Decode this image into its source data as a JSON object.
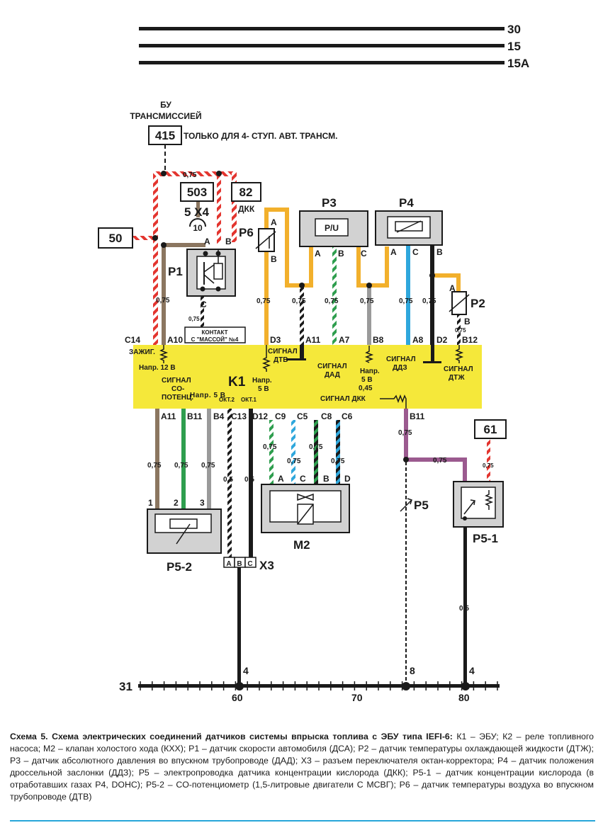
{
  "buses": [
    "30",
    "15",
    "15А"
  ],
  "blocks": {
    "bu": {
      "title_line1": "БУ",
      "title_line2": "ТРАНСМИССИЕЙ",
      "num": "415",
      "note": "ТОЛЬКО ДЛЯ 4- СТУП. АВТ. ТРАНСМ."
    },
    "b503": "503",
    "b82": "82",
    "dkk": "ДКК",
    "b50": "50",
    "b61": "61",
    "x4": "5 X4",
    "x4_pin": "10",
    "p1": "P1",
    "p2": "P2",
    "p3": "P3",
    "p4": "P4",
    "p5": "P5",
    "p51": "P5-1",
    "p52": "P5-2",
    "p6": "P6",
    "m2": "M2",
    "x3": "X3",
    "k1": "K1",
    "pu": "P/U",
    "contact_l1": "КОНТАКТ",
    "contact_l2": "С \"МАССОЙ\" №4"
  },
  "letters": {
    "A": "A",
    "B": "B",
    "C": "C",
    "D": "D"
  },
  "pins_k1": {
    "c14": "C14",
    "a10": "A10",
    "d3": "D3",
    "a11_top": "A11",
    "a7": "A7",
    "b8": "B8",
    "a8": "A8",
    "d2": "D2",
    "b12": "B12",
    "a11_bot": "A11",
    "b11": "B11",
    "b4": "B4",
    "c13": "C13",
    "d12": "D12",
    "c9": "C9",
    "c5": "C5",
    "c8": "C8",
    "c6": "C6",
    "b11_r": "B11"
  },
  "k1_labels": {
    "zazhig": "ЗАЖИГ.",
    "napr12": "Напр. 12 В",
    "sig_dtv_1": "СИГНАЛ",
    "sig_dtv_2": "ДТВ",
    "sig_dad_1": "СИГНАЛ",
    "sig_dad_2": "ДАД",
    "sig_ddz_1": "СИГНАЛ",
    "sig_ddz_2": "ДДЗ",
    "sig_dtzh_1": "СИГНАЛ",
    "sig_dtzh_2": "ДТЖ",
    "napr5_b8_1": "Напр.",
    "napr5_b8_2": "5 В",
    "napr5_b8_3": "0,45",
    "napr5_d3_1": "Напр.",
    "napr5_d3_2": "5 В",
    "sig_co_1": "СИГНАЛ",
    "sig_co_2": "CO-",
    "sig_co_3": "ПОТЕНЦ.",
    "napr5_b4": "Напр. 5 В",
    "okt2": "ОКТ.2",
    "okt1": "ОКТ.1",
    "sig_dkk": "СИГНАЛ ДКК"
  },
  "wire_sizes": {
    "w075": "0,75",
    "w05": "0,5"
  },
  "pin_nums": {
    "n1": "1",
    "n2": "2",
    "n3": "3"
  },
  "ground": {
    "left_num": "31",
    "tick1": "60",
    "tick2": "70",
    "tick3": "80",
    "g1": "4",
    "g2": "8",
    "g3": "4"
  },
  "caption": {
    "bold": "Схема 5. Схема электрических соединений датчиков системы впрыска топлива с ЭБУ типа IEFI-6:",
    "text": " К1 – ЭБУ; К2 – реле топливного насоса; М2 – клапан холостого хода (КХХ); Р1 – датчик скорости автомобиля (ДСА); Р2 – датчик температуры охлаждающей жидкости (ДТЖ); Р3 – датчик абсолютного давления во впускном трубопроводе (ДАД); Х3 – разъем переключателя октан-корректора; Р4 – датчик положения дроссельной заслонки (ДДЗ); Р5 – электропроводка датчика концентрации кислорода (ДКК); Р5-1 – датчик концентрации кислорода (в отработавших газах Р4, DOHC); Р5-2 – CO-потенциометр (1,5-литровые двигатели С МСВГ); Р6 – датчик температуры воздуха во впускном трубопроводе (ДТВ)"
  },
  "colors": {
    "ecu_fill": "#f5e83a",
    "box_fill": "#d2d2d2",
    "orange": "#f2b02c",
    "green": "#2e9e4e",
    "blue": "#2fa7dc",
    "brown": "#8b7660",
    "grey": "#9a9a9a",
    "purple": "#9b5a8f",
    "red": "#e3352f",
    "rule": "#27a6d9"
  }
}
